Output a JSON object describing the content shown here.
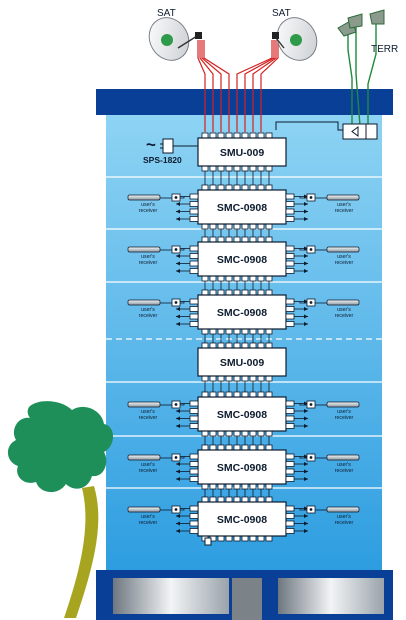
{
  "labels": {
    "sat_left": "SAT",
    "sat_right": "SAT",
    "terr": "TERR",
    "psu": "SPS-1820",
    "ac_symbol": "~"
  },
  "units": [
    {
      "label": "SMU-009",
      "type": "smu",
      "receivers": false
    },
    {
      "label": "SMC-0908",
      "type": "smc",
      "receivers": true
    },
    {
      "label": "SMC-0908",
      "type": "smc",
      "receivers": true
    },
    {
      "label": "SMC-0908",
      "type": "smc",
      "receivers": true
    },
    {
      "label": "SMU-009",
      "type": "smu",
      "receivers": false
    },
    {
      "label": "SMC-0908",
      "type": "smc",
      "receivers": true
    },
    {
      "label": "SMC-0908",
      "type": "smc",
      "receivers": true
    },
    {
      "label": "SMC-0908",
      "type": "smc",
      "receivers": true
    }
  ],
  "receiver_label": [
    "user's",
    "receiver"
  ],
  "colors": {
    "building_top": "#0a3f98",
    "building_face_top": "#8fd4f4",
    "building_face_bottom": "#2d9de0",
    "sat_cable": "#d42020",
    "terr_cable": "#1e8a3c",
    "box_fill": "#ffffff",
    "ink": "#0d1b2e",
    "tree_leaves": "#1f8f5a",
    "tree_trunk": "#a7a520"
  }
}
